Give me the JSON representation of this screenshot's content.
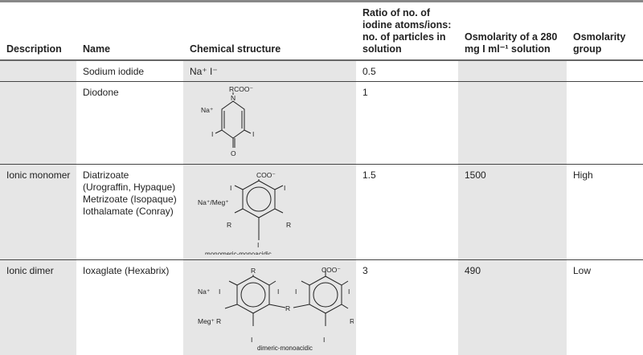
{
  "headers": {
    "description": "Description",
    "name": "Name",
    "structure": "Chemical structure",
    "ratio": "Ratio of no. of iodine atoms/ions: no. of particles in solution",
    "osmolarity": "Osmolarity of a 280 mg I ml⁻¹ solution",
    "group": "Osmolarity group"
  },
  "rows": [
    {
      "description": "",
      "name": "Sodium iodide",
      "structure": "Na⁺ I⁻",
      "ratio": "0.5",
      "osmolarity": "",
      "group": ""
    },
    {
      "description": "",
      "name": "Diodone",
      "ratio": "1",
      "osmolarity": "",
      "group": "",
      "labels": {
        "rcoo": "RCOO⁻",
        "n": "N",
        "na": "Na⁺",
        "i1": "I",
        "i2": "I",
        "o": "O"
      }
    },
    {
      "description": "Ionic monomer",
      "name": "Diatrizoate (Urograffin, Hypaque) Metrizoate (Isopaque) Iothalamate (Conray)",
      "ratio": "1.5",
      "osmolarity": "1500",
      "group": "High",
      "labels": {
        "coo": "COO⁻",
        "cation": "Na⁺/Meg⁺",
        "i": "I",
        "r": "R",
        "caption": "monomeric-monoacidic"
      }
    },
    {
      "description": "Ionic dimer",
      "name": "Ioxaglate (Hexabrix)",
      "ratio": "3",
      "osmolarity": "490",
      "group": "Low",
      "labels": {
        "coo": "COO⁻",
        "na": "Na⁺",
        "meg": "Meg⁺",
        "i": "I",
        "r": "R",
        "caption": "dimeric-monoacidic"
      }
    }
  ]
}
